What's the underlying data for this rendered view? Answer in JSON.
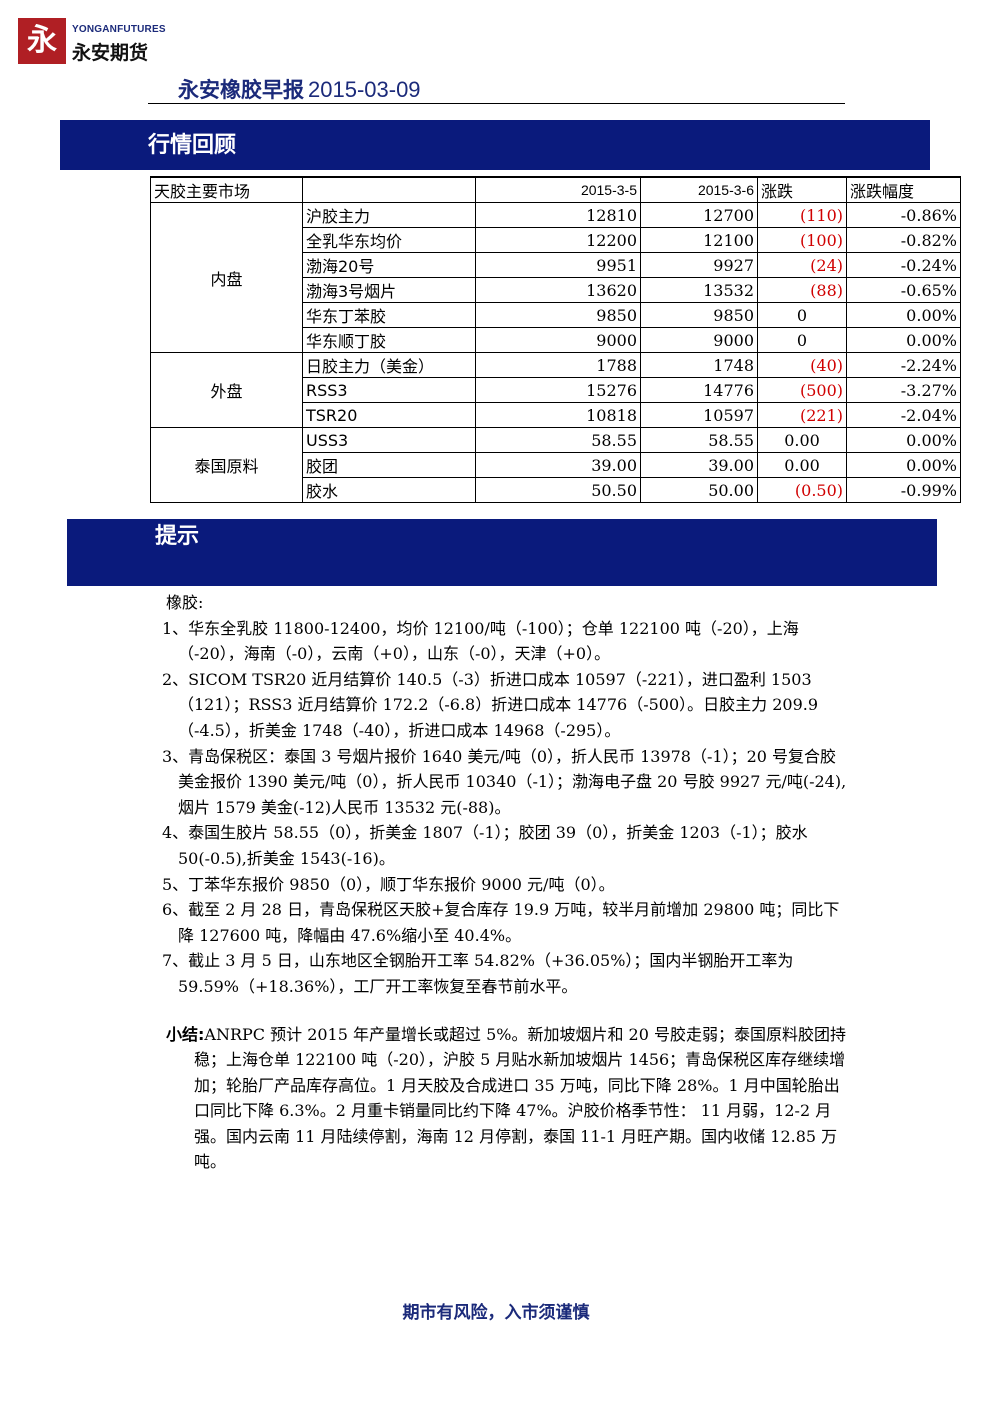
{
  "logo": {
    "mark": "永",
    "en": "YONGANFUTURES",
    "cn": "永安期货"
  },
  "doc_title": {
    "text": "永安橡胶早报",
    "date": "2015-03-09"
  },
  "section1": "行情回顾",
  "section2": "提示",
  "table": {
    "headers": [
      "天胶主要市场",
      "",
      "2015-3-5",
      "2015-3-6",
      "涨跌",
      "涨跌幅度"
    ],
    "groups": [
      {
        "name": "内盘",
        "rows": [
          {
            "name": "沪胶主力",
            "v1": "12810",
            "v2": "12700",
            "chg": "(110)",
            "pct": "-0.86%",
            "neg": true
          },
          {
            "name": "全乳华东均价",
            "v1": "12200",
            "v2": "12100",
            "chg": "(100)",
            "pct": "-0.82%",
            "neg": true
          },
          {
            "name": "渤海20号",
            "v1": "9951",
            "v2": "9927",
            "chg": "(24)",
            "pct": "-0.24%",
            "neg": true
          },
          {
            "name": "渤海3号烟片",
            "v1": "13620",
            "v2": "13532",
            "chg": "(88)",
            "pct": "-0.65%",
            "neg": true
          },
          {
            "name": "华东丁苯胶",
            "v1": "9850",
            "v2": "9850",
            "chg": "0",
            "pct": "0.00%",
            "neg": false
          },
          {
            "name": "华东顺丁胶",
            "v1": "9000",
            "v2": "9000",
            "chg": "0",
            "pct": "0.00%",
            "neg": false
          }
        ]
      },
      {
        "name": "外盘",
        "rows": [
          {
            "name": "日胶主力（美金）",
            "v1": "1788",
            "v2": "1748",
            "chg": "(40)",
            "pct": "-2.24%",
            "neg": true
          },
          {
            "name": "RSS3",
            "v1": "15276",
            "v2": "14776",
            "chg": "(500)",
            "pct": "-3.27%",
            "neg": true
          },
          {
            "name": "TSR20",
            "v1": "10818",
            "v2": "10597",
            "chg": "(221)",
            "pct": "-2.04%",
            "neg": true
          }
        ]
      },
      {
        "name": "泰国原料",
        "rows": [
          {
            "name": "USS3",
            "v1": "58.55",
            "v2": "58.55",
            "chg": "0.00",
            "pct": "0.00%",
            "neg": false
          },
          {
            "name": "胶团",
            "v1": "39.00",
            "v2": "39.00",
            "chg": "0.00",
            "pct": "0.00%",
            "neg": false
          },
          {
            "name": "胶水",
            "v1": "50.50",
            "v2": "50.00",
            "chg": "(0.50)",
            "pct": "-0.99%",
            "neg": true
          }
        ]
      }
    ]
  },
  "notes": {
    "head": "橡胶:",
    "items": [
      "1、华东全乳胶 11800-12400，均价 12100/吨（-100）；仓单 122100 吨（-20），上海（-20），海南（-0），云南（+0），山东（-0），天津（+0）。",
      "2、SICOM TSR20 近月结算价 140.5（-3）折进口成本 10597（-221），进口盈利 1503（121）；RSS3 近月结算价 172.2（-6.8）折进口成本 14776（-500）。日胶主力 209.9（-4.5），折美金 1748（-40），折进口成本 14968（-295）。",
      "3、青岛保税区：泰国 3 号烟片报价 1640 美元/吨（0），折人民币 13978（-1）；20 号复合胶美金报价 1390 美元/吨（0），折人民币 10340（-1）；渤海电子盘 20 号胶 9927 元/吨(-24),烟片 1579 美金(-12)人民币 13532 元(-88)。",
      "4、泰国生胶片 58.55（0），折美金 1807（-1）；胶团 39（0），折美金 1203（-1）；胶水 50(-0.5),折美金 1543(-16)。",
      "5、丁苯华东报价 9850（0），顺丁华东报价 9000 元/吨（0）。",
      "6、截至 2 月 28 日，青岛保税区天胶+复合库存 19.9 万吨，较半月前增加 29800 吨；同比下降 127600 吨，降幅由 47.6%缩小至 40.4%。",
      "7、截止 3 月 5 日，山东地区全钢胎开工率 54.82%（+36.05%）；国内半钢胎开工率为 59.59%（+18.36%），工厂开工率恢复至春节前水平。"
    ],
    "summary_label": "小结:",
    "summary_text": "ANRPC 预计 2015 年产量增长或超过 5%。新加坡烟片和 20 号胶走弱；泰国原料胶团持稳；上海仓单 122100 吨（-20），沪胶 5 月贴水新加坡烟片 1456；青岛保税区库存继续增加；轮胎厂产品库存高位。1 月天胶及合成进口 35 万吨，同比下降 28%。1 月中国轮胎出口同比下降 6.3%。2 月重卡销量同比约下降 47%。沪胶价格季节性： 11 月弱，12-2 月强。国内云南 11 月陆续停割，海南 12 月停割，泰国 11-1 月旺产期。国内收储 12.85 万吨。"
  },
  "footer": "期市有风险，入市须谨慎"
}
